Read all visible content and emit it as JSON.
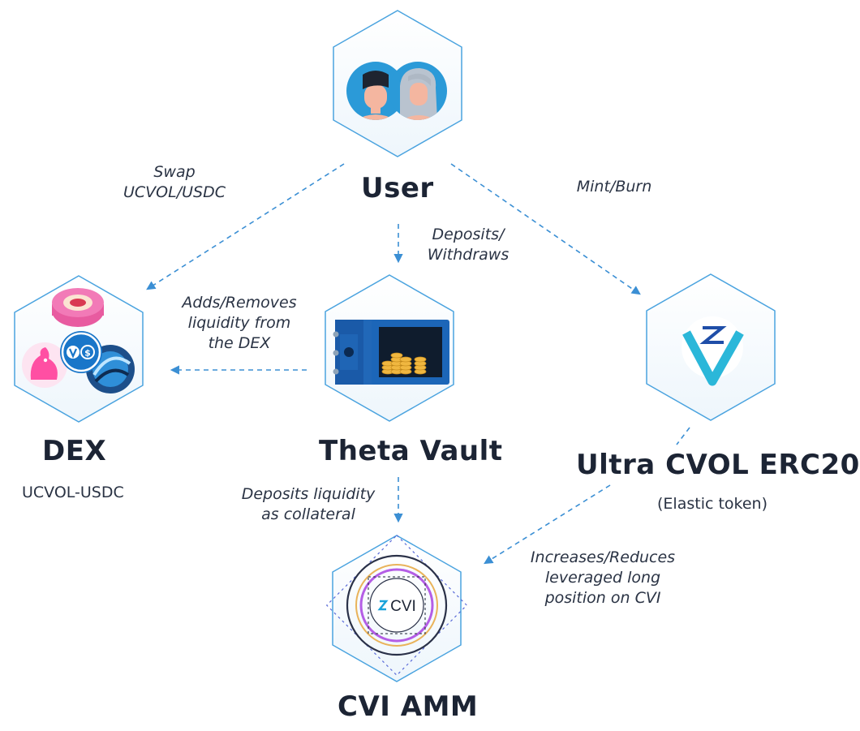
{
  "nodes": {
    "user": {
      "title": "User",
      "icon": "users-icon"
    },
    "dex": {
      "title": "DEX",
      "subtitle": "UCVOL-USDC",
      "icon": "dex-tokens-icon"
    },
    "vault": {
      "title": "Theta Vault",
      "icon": "safe-icon"
    },
    "ucvol": {
      "title": "Ultra CVOL ERC20",
      "subtitle": "(Elastic token)",
      "icon": "ultra-cvol-logo-icon"
    },
    "amm": {
      "title": "CVI AMM",
      "logo_text": "CVI",
      "icon": "cvi-logo-icon"
    }
  },
  "edges": {
    "swap": {
      "line1": "Swap",
      "line2": "UCVOL/USDC"
    },
    "mint": {
      "line1": "Mint/Burn"
    },
    "deposit": {
      "line1": "Deposits/",
      "line2": "Withdraws"
    },
    "liquidity": {
      "line1": "Adds/Removes",
      "line2": "liquidity from",
      "line3": "the DEX"
    },
    "collateral": {
      "line1": "Deposits liquidity",
      "line2": "as collateral"
    },
    "leverage": {
      "line1": "Increases/Reduces",
      "line2": "leveraged long",
      "line3": "position on CVI"
    }
  },
  "colors": {
    "hex_stroke": "#4aa3df",
    "arrow": "#3b8fd4",
    "title": "#1c2434"
  }
}
